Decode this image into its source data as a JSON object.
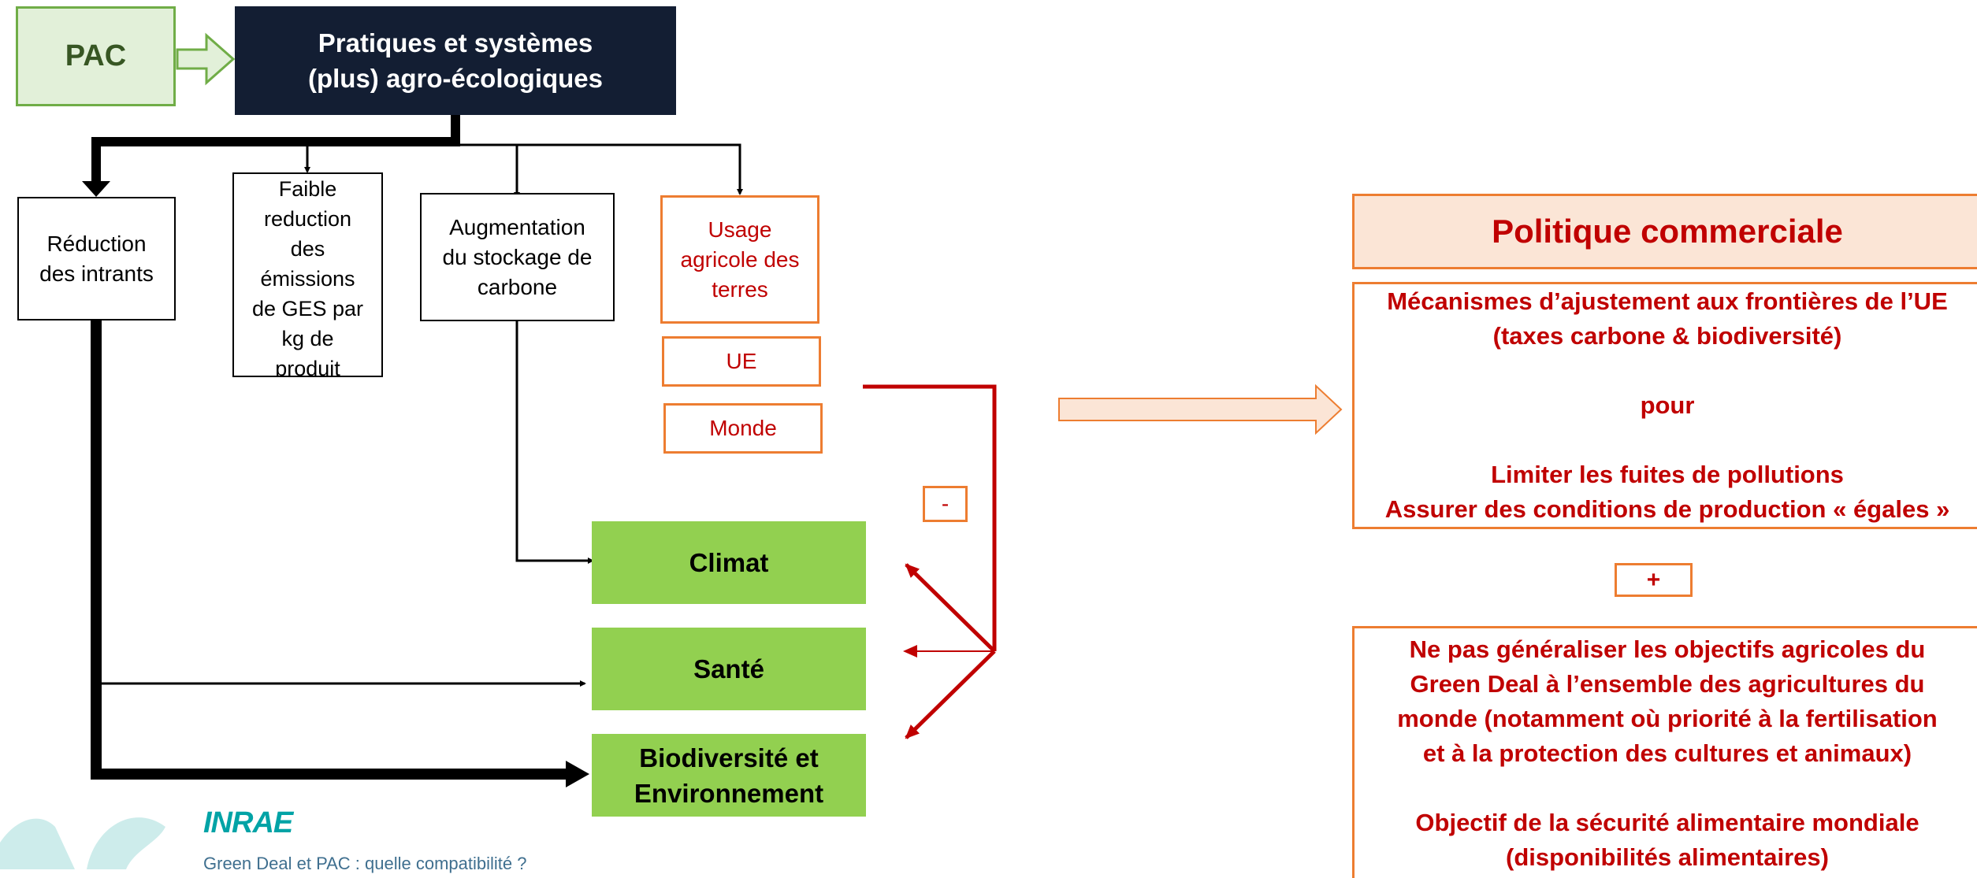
{
  "pac": "PAC",
  "header": {
    "line1": "Pratiques et systèmes",
    "line2": "(plus) agro-écologiques"
  },
  "effects": {
    "intrants": {
      "line1": "Réduction",
      "line2": "des intrants"
    },
    "ges": {
      "lines": [
        "Faible",
        "reduction",
        "des",
        "émissions",
        "de GES par",
        "kg de",
        "produit"
      ]
    },
    "carbone": {
      "line1": "Augmentation",
      "line2": "du stockage de",
      "line3": "carbone"
    },
    "usage": {
      "line1": "Usage",
      "line2": "agricole des",
      "line3": "terres"
    },
    "ue": "UE",
    "monde": "Monde"
  },
  "minus": "-",
  "outcomes": {
    "climat": "Climat",
    "sante": "Santé",
    "biodiv": {
      "line1": "Biodiversité et",
      "line2": "Environnement"
    }
  },
  "politique": {
    "title": "Politique commerciale",
    "body": [
      "Mécanismes d’ajustement aux frontières de l’UE",
      "(taxes carbone & biodiversité)",
      "",
      "pour",
      "",
      "Limiter les fuites de pollutions",
      "Assurer des conditions de production « égales »"
    ],
    "plus": "+",
    "body2": [
      "Ne pas généraliser les objectifs agricoles du",
      "Green Deal à l’ensemble des agricultures du",
      "monde (notamment où priorité à la fertilisation",
      "et à la protection des cultures et animaux)",
      "",
      "Objectif de la sécurité alimentaire mondiale",
      "(disponibilités alimentaires)"
    ]
  },
  "logo": "INRAE",
  "footer": "Green Deal et PAC : quelle compatibilité ?"
}
